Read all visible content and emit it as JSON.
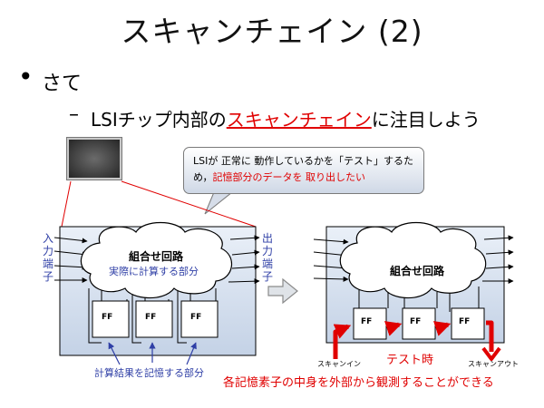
{
  "slide": {
    "title": "スキャンチェイン (2)",
    "bullet_marker": "•",
    "bullet": "さて",
    "sub_dash": "–",
    "sub_before": "LSIチップ内部の",
    "sub_highlight": "スキャンチェイン",
    "sub_after": "に注目しよう"
  },
  "callout": {
    "line1": "LSIが 正常に 動作しているかを「テスト」するた",
    "line2_plain": "め，",
    "line2_red": "記憶部分のデータを 取り出したい"
  },
  "left_diagram": {
    "input_label": [
      "入",
      "力",
      "端",
      "子"
    ],
    "output_label": [
      "出",
      "力",
      "端",
      "子"
    ],
    "cloud_title": "組合せ回路",
    "cloud_sub": "実際に計算する部分",
    "ff_labels": [
      "FF",
      "FF",
      "FF"
    ],
    "memory_caption": "計算結果を記憶する部分"
  },
  "right_diagram": {
    "cloud_title": "組合せ回路",
    "ff_labels": [
      "FF",
      "FF",
      "FF"
    ],
    "scan_in": "スキャンイン",
    "scan_out": "スキャンアウト",
    "test_mode": "テスト時"
  },
  "bottom_note": "各記憶素子の中身を外部から観測することができる",
  "colors": {
    "accent_red": "#e00000",
    "label_blue": "#2f3fa6"
  }
}
